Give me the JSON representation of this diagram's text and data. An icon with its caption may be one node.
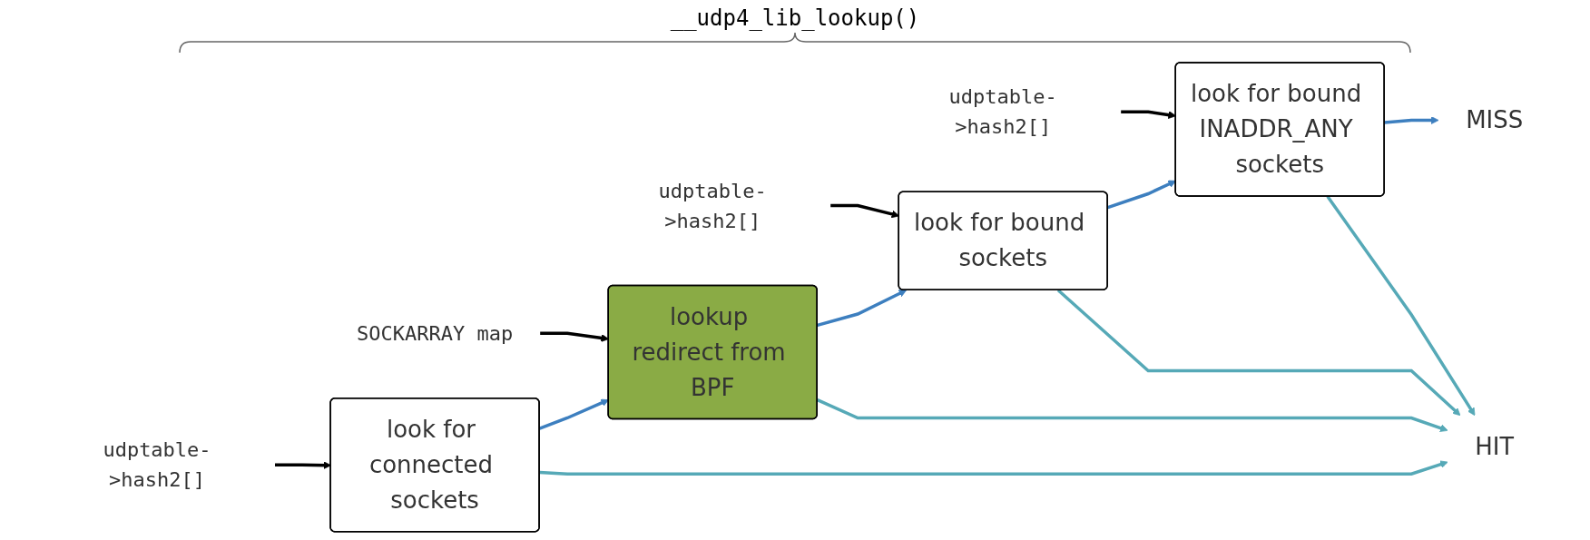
{
  "diagram": {
    "nodes": [
      {
        "text": [
          "udptable->hash2[]"
        ]
      },
      {
        "text": [
          "SOCKARRAY map"
        ]
      },
      {
        "text": [
          "udptable->hash2[]"
        ]
      },
      {
        "text": [
          "udptable->hash2[]"
        ]
      },
      {
        "text": [
          "look for connected sockets"
        ]
      },
      {
        "text": [
          "lookup redirect from BPF"
        ]
      },
      {
        "text": [
          "look for bound sockets"
        ]
      },
      {
        "text": [
          "look for bound INADDR_ANY sockets"
        ]
      },
      {
        "text": [
          "MISS"
        ]
      },
      {
        "text": [
          "HIT"
        ]
      }
    ],
    "edges": [
      {
        "from": 0,
        "to": 4,
        "arrow": "to",
        "color": "#000000"
      },
      {
        "from": 1,
        "to": 5,
        "arrow": "to",
        "color": "#000000"
      },
      {
        "from": 2,
        "to": 6,
        "arrow": "to",
        "color": "#000000"
      },
      {
        "from": 3,
        "to": 7,
        "arrow": "to",
        "color": "#000000"
      },
      {
        "from": 4,
        "to": 5,
        "arrow": "to",
        "color": "#3d7fbf"
      },
      {
        "from": 5,
        "to": 6,
        "arrow": "to",
        "color": "#3d7fbf"
      },
      {
        "from": 6,
        "to": 7,
        "arrow": "to",
        "color": "#3d7fbf"
      },
      {
        "from": 7,
        "to": 8,
        "arrow": "to",
        "color": "#3d7fbf"
      },
      {
        "from": 4,
        "to": 9,
        "arrow": "to",
        "color": "#56a9b7"
      },
      {
        "from": 5,
        "to": 9,
        "arrow": "to",
        "color": "#56a9b7"
      },
      {
        "from": 6,
        "to": 9,
        "arrow": "to",
        "color": "#56a9b7"
      },
      {
        "from": 7,
        "to": 9,
        "arrow": "to",
        "color": "#56a9b7"
      }
    ],
    "labels": [
      "__udp4_lib_lookup()"
    ]
  }
}
